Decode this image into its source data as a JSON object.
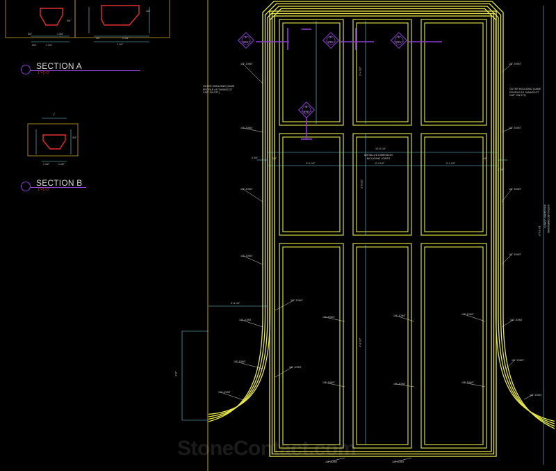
{
  "colors": {
    "background": "#000000",
    "frame": "#e8e84a",
    "dimension": "#6fd3e0",
    "leader": "#dcdcdc",
    "tag": "#8a3fd0",
    "section_red": "#e23030",
    "detail_box": "#c9a227"
  },
  "sections": [
    {
      "title": "SECTION A",
      "scale": "1\"=1'-0\""
    },
    {
      "title": "SECTION B",
      "scale": "1\"=1'-0\""
    }
  ],
  "detail_dims": {
    "top_left": [
      "3/4\"",
      "1 3/4\"",
      "3/4\"",
      "1 1/4\"",
      "3/4\""
    ],
    "top_right": [
      "1 1/4\"",
      "3/4\"",
      "1 1/4\"",
      "1/4\""
    ],
    "section_b": [
      "1\"",
      "1 1/2\"",
      "1 1/2\"",
      "3/4\""
    ]
  },
  "dimensions": {
    "top_panel": "2'-4 1/2\"",
    "mid_panel": "2'-0 1/2\"",
    "bottom_panel": "4'-0 1/2\"",
    "overall_width": "10'-0 1/4\"",
    "overall_width_note": "INSTALLED DIMENSION\nINCLUDING JOINTS",
    "overall_height": "10'-9 1/4\"",
    "overall_height_note": "INSTALLED DIMENSION\nINCLUDING JOINTS",
    "left_margin": "3 3/4\"",
    "right_margin": "3 3/4\"",
    "left_col": "2'-0 1/4\"",
    "mid_col": "2'-4 1/2\"",
    "right_col": "2'-1 1/2\"",
    "small_left": "1/4\"",
    "small_right": "1/4\"",
    "arc_width": "2'-4 1/4\"",
    "arc_height": "4'-0\""
  },
  "notes": {
    "left_moulding": "OUTER MOULDING (SAME\nPROFILE AS \"WAINSCOT\nCAP\" ON ST1)",
    "right_moulding": "OUTER MOULDING (SAME\nPROFILE AS \"WAINSCOT\nCAP\" ON ST1)"
  },
  "joint_label": "1/8\" JOINT",
  "tags": [
    {
      "letter": "A",
      "sheet": "ST6"
    },
    {
      "letter": "B",
      "sheet": "ST6"
    },
    {
      "letter": "A",
      "sheet": "ST6"
    },
    {
      "letter": "B",
      "sheet": "ST6"
    }
  ],
  "watermark": "StoneContact.com"
}
